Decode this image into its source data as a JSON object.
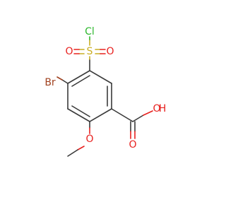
{
  "molecule": {
    "atoms": {
      "cl": "Cl",
      "s": "S",
      "o_sulfonyl_left": "O",
      "o_sulfonyl_right": "O",
      "br": "Br",
      "o_hydroxyl": "O",
      "h_hydroxyl": "H",
      "o_carbonyl": "O",
      "o_methoxy": "O"
    }
  }
}
